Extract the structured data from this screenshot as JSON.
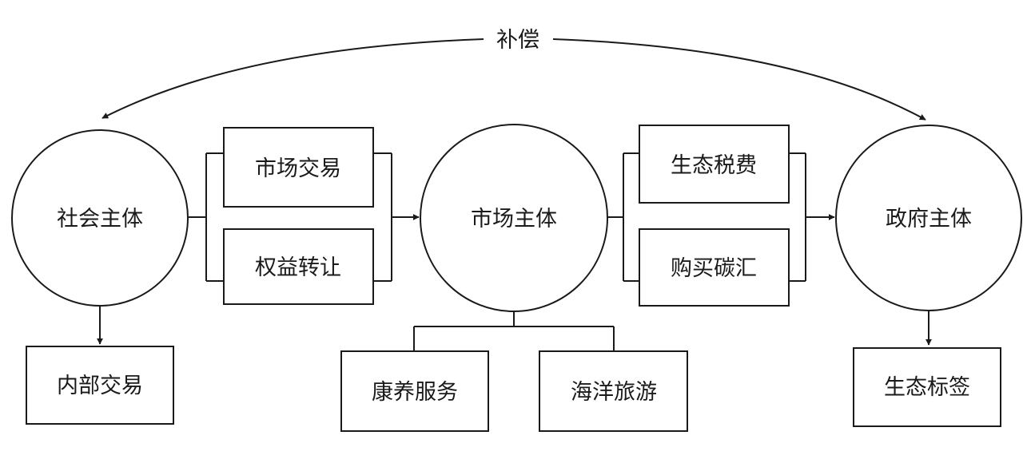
{
  "compensation": {
    "label": "补偿"
  },
  "nodes": {
    "social": {
      "label": "社会主体"
    },
    "market": {
      "label": "市场主体"
    },
    "government": {
      "label": "政府主体"
    }
  },
  "social_to_market": {
    "methods": [
      "市场交易",
      "权益转让"
    ]
  },
  "market_to_government": {
    "methods": [
      "生态税费",
      "购买碳汇"
    ]
  },
  "outputs": {
    "social": "内部交易",
    "market": [
      "康养服务",
      "海洋旅游"
    ],
    "government": "生态标签"
  }
}
